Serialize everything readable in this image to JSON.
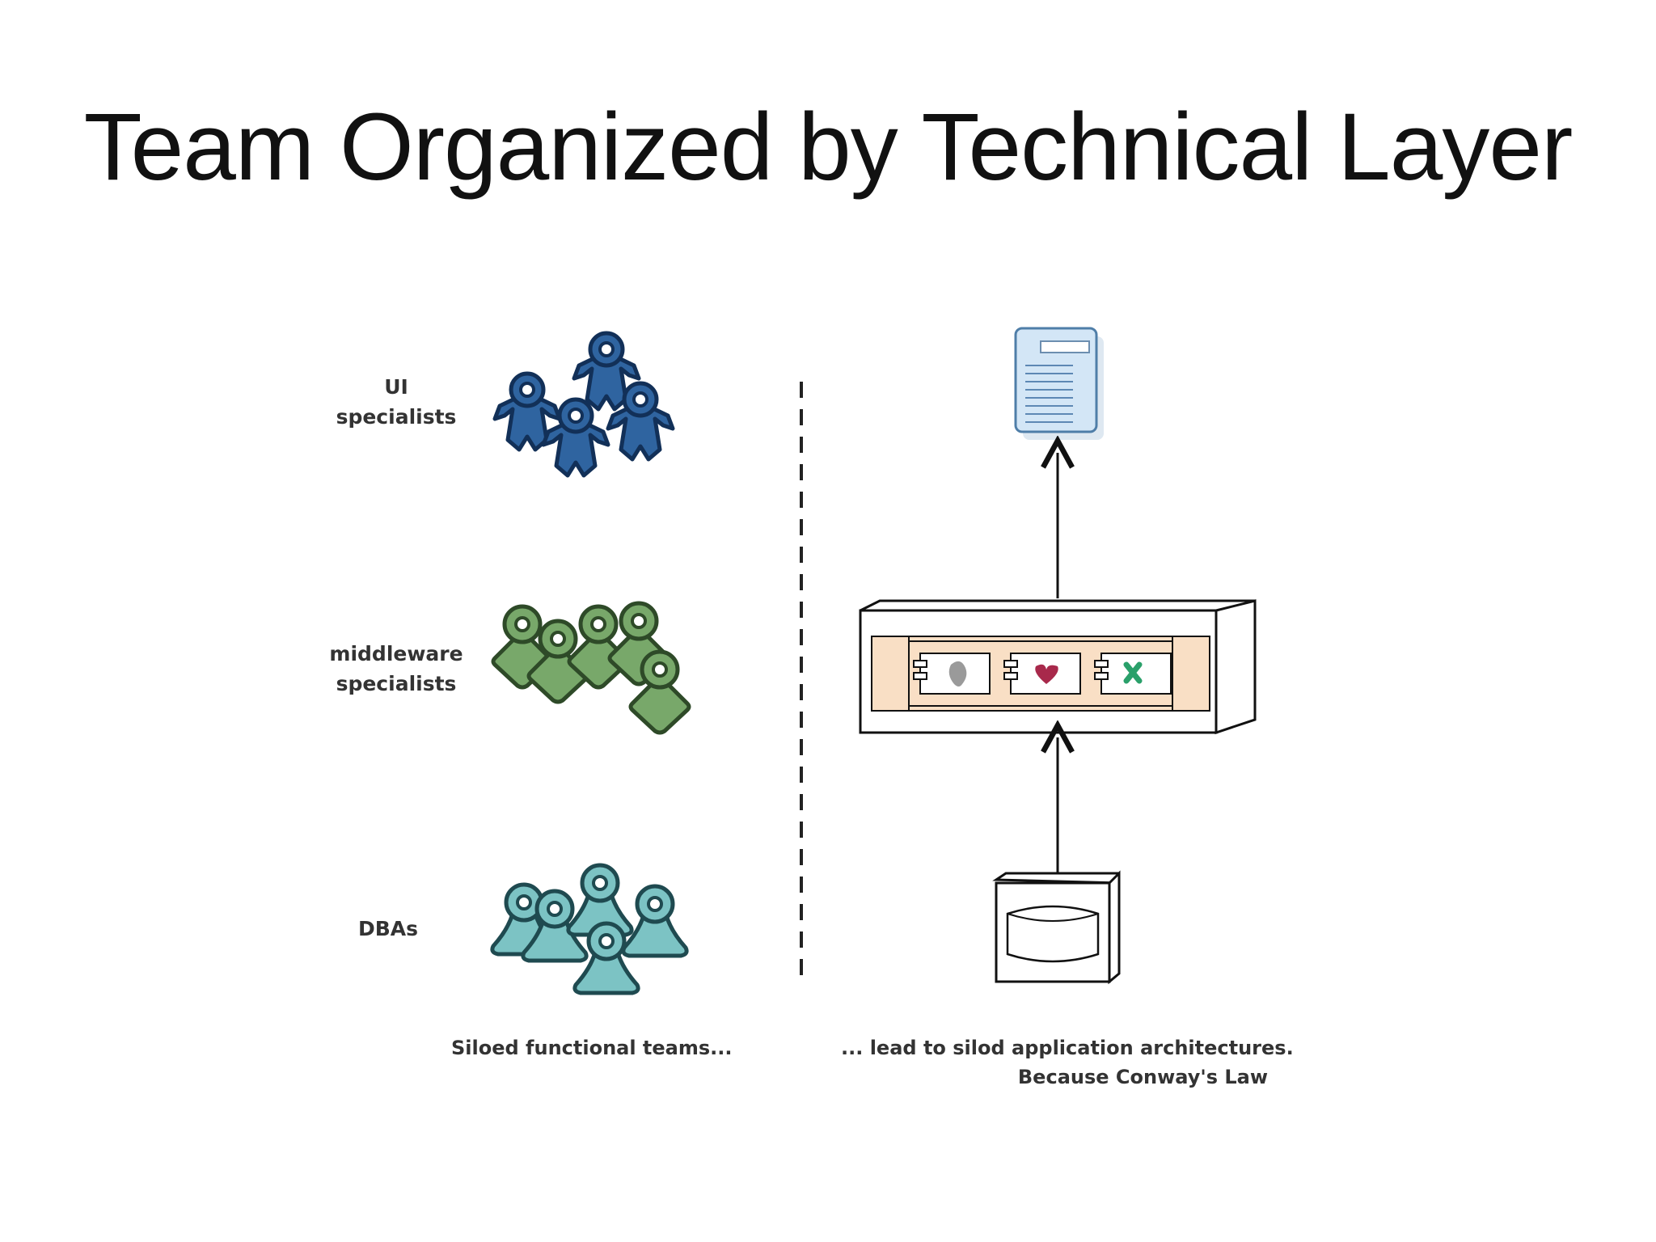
{
  "slide": {
    "title": "Team Organized by Technical Layer"
  },
  "teams": [
    {
      "label": "UI\nspecialists",
      "color": "#2f64a0"
    },
    {
      "label": "middleware\nspecialists",
      "color": "#78a86a"
    },
    {
      "label": "DBAs",
      "color": "#7cc3c4"
    }
  ],
  "captions": {
    "left": "Siloed functional teams...",
    "right_line1": "... lead to silod application architectures.",
    "right_line2": "Because Conway's Law"
  },
  "colors": {
    "app_server_inner": "#f9dfc5",
    "document_blue": "#d3e6f6",
    "component_gray": "#9a9a9a",
    "component_heart": "#a8294b",
    "component_green": "#2aa06a"
  },
  "icons": [
    "document-icon",
    "application-server-icon",
    "database-server-icon"
  ]
}
